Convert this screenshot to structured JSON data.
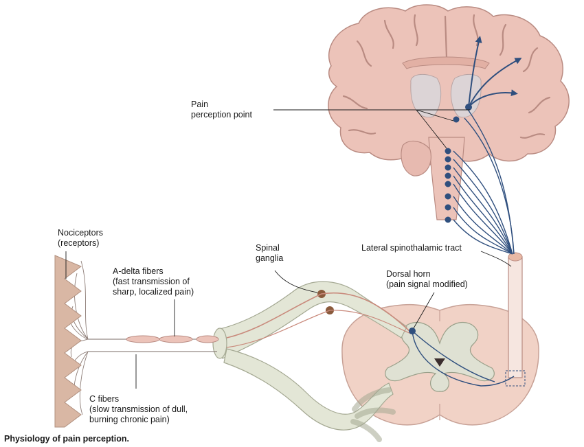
{
  "labels": {
    "pain_perception_point": "Pain\nperception point",
    "nociceptors": "Nociceptors\n(receptors)",
    "a_delta_fibers": "A-delta fibers\n(fast transmission of\nsharp, localized pain)",
    "c_fibers": "C fibers\n(slow transmission of dull,\nburning chronic pain)",
    "spinal_ganglia": "Spinal\nganglia",
    "lateral_spinothalamic_tract": "Lateral spinothalamic tract",
    "dorsal_horn": "Dorsal horn\n(pain signal modified)"
  },
  "caption": "Physiology of pain perception.",
  "colors": {
    "brain_tissue": "#ecc3b9",
    "brain_outline": "#b98b82",
    "spinal_cord": "#f1d2c6",
    "gray_matter": "#dfe1d3",
    "nerve_sheath": "#e3e6d6",
    "pathway_blue": "#2f4f7e",
    "ganglion": "#8a5a3c",
    "fiber_red": "#c98a7c",
    "skin": "#d9b7a4"
  }
}
